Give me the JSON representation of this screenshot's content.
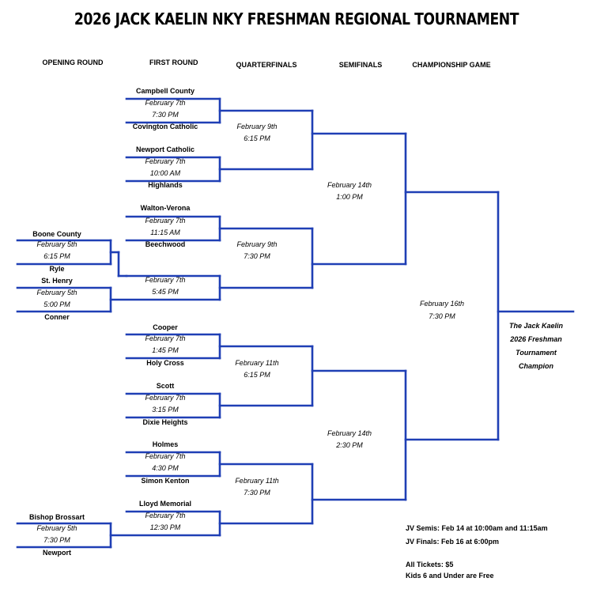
{
  "title": "2026 JACK KAELIN NKY FRESHMAN REGIONAL TOURNAMENT",
  "line_color": "#1f3fb5",
  "rounds": [
    {
      "label": "OPENING ROUND"
    },
    {
      "label": "FIRST ROUND"
    },
    {
      "label": "QUARTERFINALS"
    },
    {
      "label": "SEMIFINALS"
    },
    {
      "label": "CHAMPIONSHIP GAME"
    }
  ],
  "opening_round": [
    {
      "top": "Boone County",
      "date": "February 5th",
      "time": "6:15 PM",
      "bottom": "Ryle"
    },
    {
      "top": "St. Henry",
      "date": "February 5th",
      "time": "5:00 PM",
      "bottom": "Conner"
    },
    {
      "top": "Bishop Brossart",
      "date": "February 5th",
      "time": "7:30 PM",
      "bottom": "Newport"
    }
  ],
  "first_round": [
    {
      "top": "Campbell County",
      "date": "February 7th",
      "time": "7:30 PM",
      "bottom": "Covington Catholic"
    },
    {
      "top": "Newport Catholic",
      "date": "February 7th",
      "time": "10:00 AM",
      "bottom": "Highlands"
    },
    {
      "top": "Walton-Verona",
      "date": "February 7th",
      "time": "11:15 AM",
      "bottom": "Beechwood"
    },
    {
      "top": "",
      "date": "February 7th",
      "time": "5:45 PM",
      "bottom": ""
    },
    {
      "top": "Cooper",
      "date": "February 7th",
      "time": "1:45 PM",
      "bottom": "Holy Cross"
    },
    {
      "top": "Scott",
      "date": "February 7th",
      "time": "3:15 PM",
      "bottom": "Dixie Heights"
    },
    {
      "top": "Holmes",
      "date": "February 7th",
      "time": "4:30 PM",
      "bottom": "Simon Kenton"
    },
    {
      "top": "Lloyd Memorial",
      "date": "February 7th",
      "time": "12:30 PM",
      "bottom": ""
    }
  ],
  "quarterfinals": [
    {
      "date": "February 9th",
      "time": "6:15 PM"
    },
    {
      "date": "February 9th",
      "time": "7:30 PM"
    },
    {
      "date": "February 11th",
      "time": "6:15 PM"
    },
    {
      "date": "February 11th",
      "time": "7:30 PM"
    }
  ],
  "semifinals": [
    {
      "date": "February 14th",
      "time": "1:00 PM"
    },
    {
      "date": "February 14th",
      "time": "2:30 PM"
    }
  ],
  "championship": {
    "date": "February 16th",
    "time": "7:30 PM"
  },
  "champion_lines": [
    "The Jack Kaelin",
    "2026 Freshman",
    "Tournament",
    "Champion"
  ],
  "info": [
    "JV Semis: Feb 14 at 10:00am and 11:15am",
    "JV Finals: Feb 16 at 6:00pm",
    "",
    "All Tickets: $5",
    "Kids 6 and Under are Free"
  ]
}
